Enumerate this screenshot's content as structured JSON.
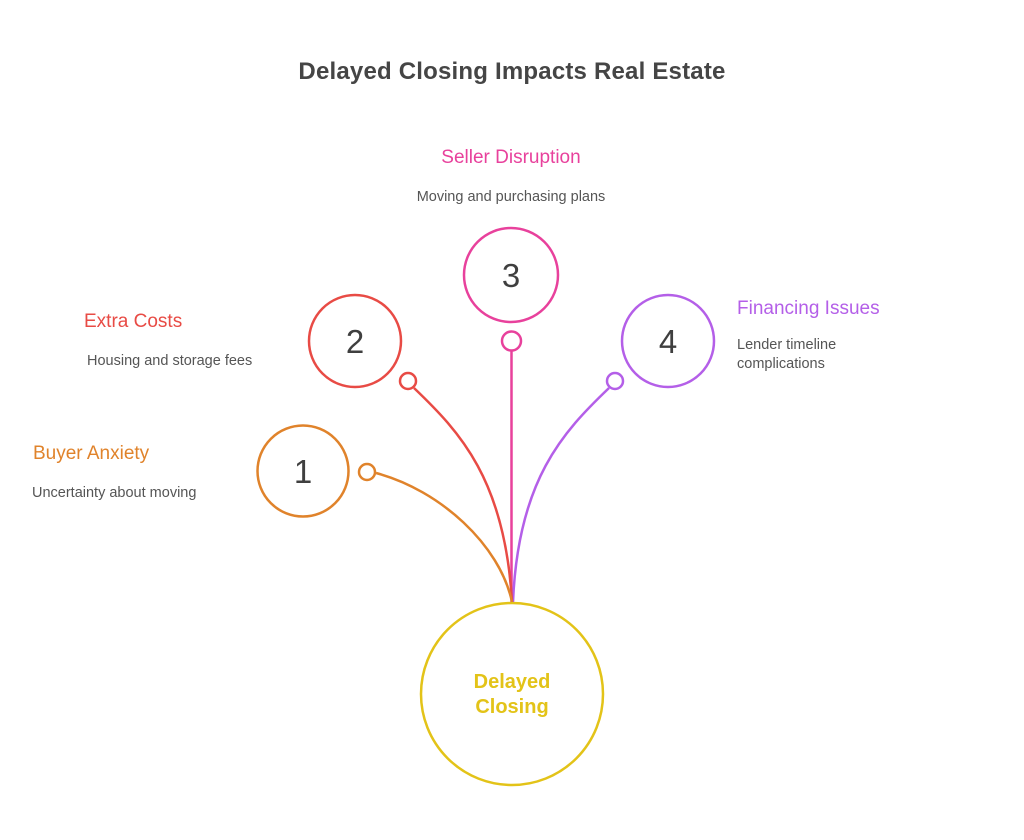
{
  "title": "Delayed Closing Impacts Real Estate",
  "palette": {
    "background": "#ffffff",
    "title_text": "#454545",
    "number_text": "#3f3f3f",
    "subtitle_text": "#555555"
  },
  "center_node": {
    "label": "Delayed Closing",
    "color": "#e3c318"
  },
  "items": [
    {
      "number": "1",
      "title": "Buyer Anxiety",
      "subtitle": "Uncertainty about moving",
      "color": "#e0832b"
    },
    {
      "number": "2",
      "title": "Extra Costs",
      "subtitle": "Housing and storage fees",
      "color": "#e84b45"
    },
    {
      "number": "3",
      "title": "Seller Disruption",
      "subtitle": "Moving and purchasing plans",
      "color": "#e8419c"
    },
    {
      "number": "4",
      "title": "Financing Issues",
      "subtitle": "Lender timeline complications",
      "color": "#b45fe8"
    }
  ]
}
